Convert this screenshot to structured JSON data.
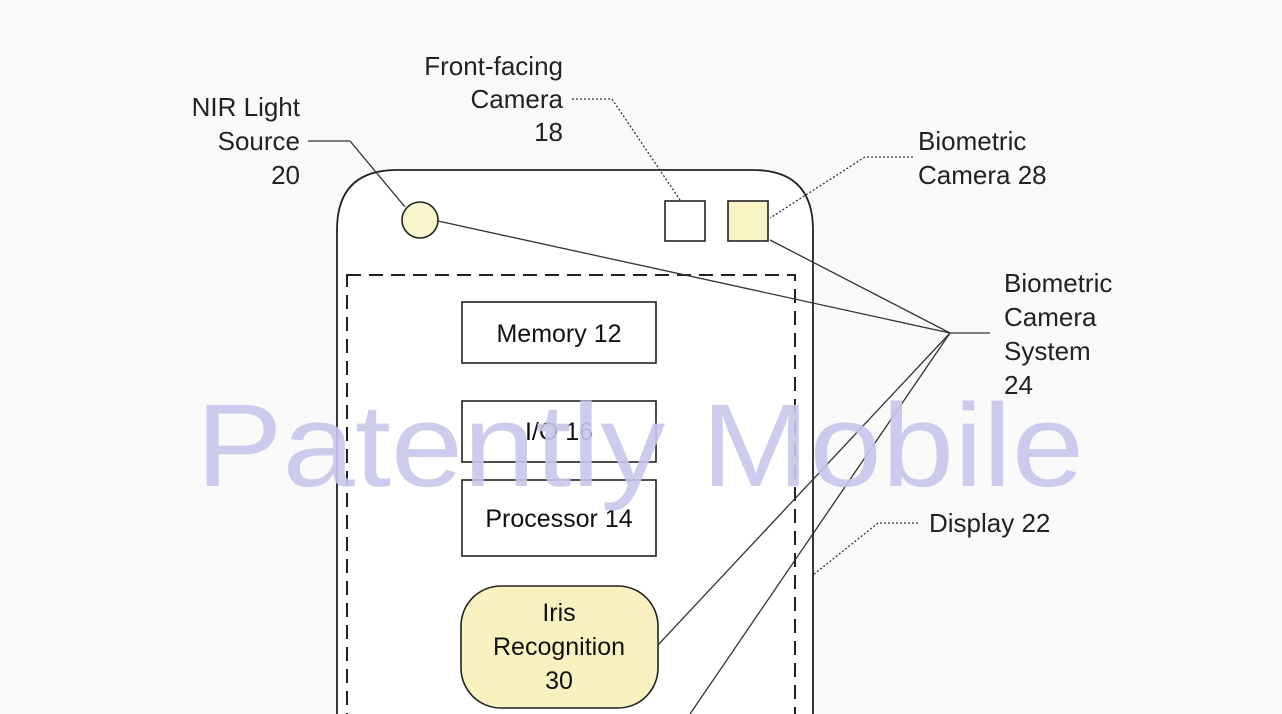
{
  "labels": {
    "nir_light_source": [
      "NIR Light",
      "Source",
      "20"
    ],
    "front_facing_camera": [
      "Front-facing",
      "Camera",
      "18"
    ],
    "biometric_camera": [
      "Biometric",
      "Camera 28"
    ],
    "biometric_camera_system": [
      "Biometric",
      "Camera",
      "System",
      "24"
    ],
    "display": "Display 22"
  },
  "components": {
    "memory": "Memory 12",
    "io": "I/O 16",
    "processor": "Processor 14",
    "iris_recognition": [
      "Iris",
      "Recognition",
      "30"
    ]
  },
  "watermark": "Patently Mobile",
  "colors": {
    "background": "#fafafa",
    "biometric_camera_fill": "#f7f3c4",
    "iris_fill": "#f7f2c0",
    "nir_fill": "#f8f4cc",
    "watermark": "#c9c7ec"
  }
}
